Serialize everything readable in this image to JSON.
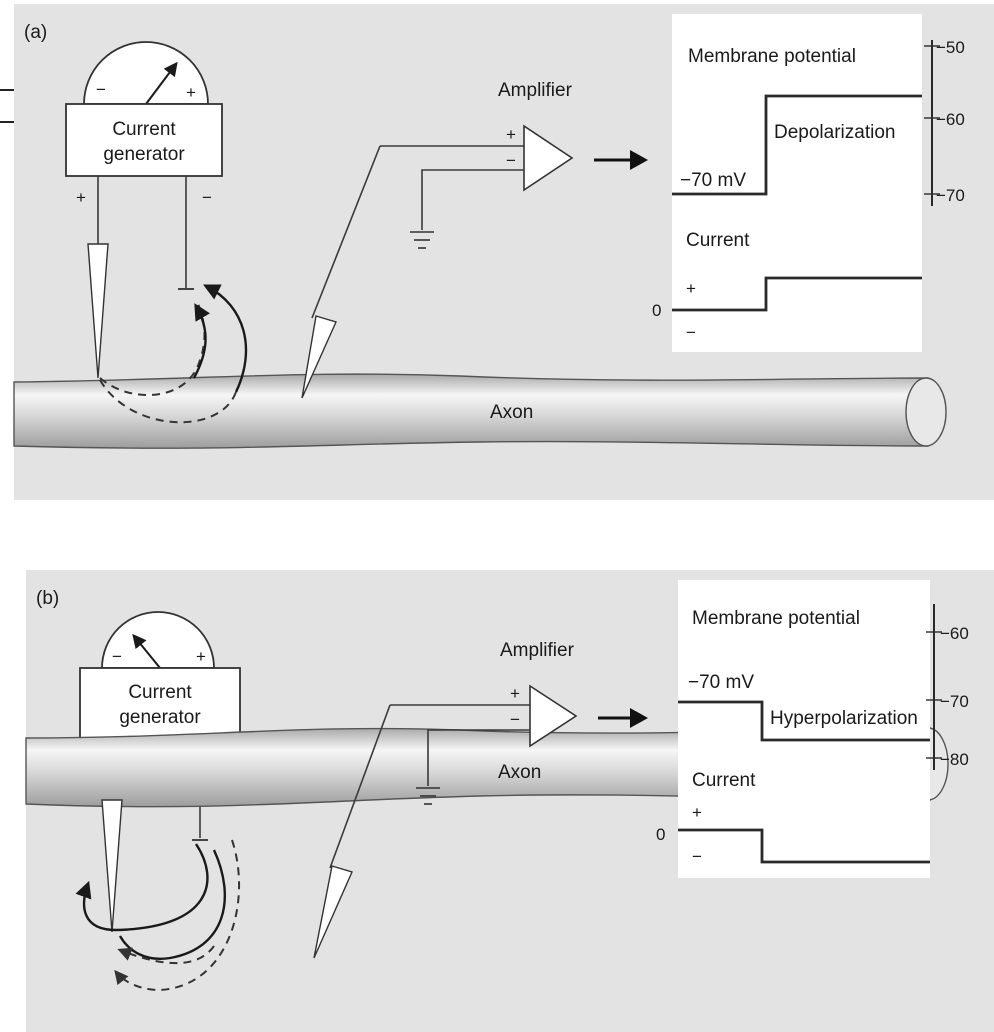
{
  "panels": [
    {
      "id": "a",
      "label": "(a)",
      "meter": {
        "minus": "−",
        "plus": "+"
      },
      "generator": {
        "line1": "Current",
        "line2": "generator"
      },
      "left_terminal": "+",
      "right_terminal": "−",
      "amplifier": {
        "title": "Amplifier",
        "in_plus": "+",
        "in_minus": "−"
      },
      "axon_label": "Axon",
      "plot": {
        "membrane_title": "Membrane potential",
        "resting_label": "−70 mV",
        "change_label": "Depolarization",
        "current_title": "Current",
        "current_zero": "0",
        "current_plus": "+",
        "current_minus": "−",
        "ticks": [
          "−50",
          "−60",
          "−70"
        ]
      }
    },
    {
      "id": "b",
      "label": "(b)",
      "meter": {
        "minus": "−",
        "plus": "+"
      },
      "generator": {
        "line1": "Current",
        "line2": "generator"
      },
      "left_terminal": "−",
      "right_terminal": "+",
      "amplifier": {
        "title": "Amplifier",
        "in_plus": "+",
        "in_minus": "−"
      },
      "axon_label": "Axon",
      "plot": {
        "membrane_title": "Membrane potential",
        "resting_label": "−70 mV",
        "change_label": "Hyperpolarization",
        "current_title": "Current",
        "current_zero": "0",
        "current_plus": "+",
        "current_minus": "−",
        "ticks": [
          "−60",
          "−70",
          "−80"
        ]
      }
    }
  ],
  "colors": {
    "panel_bg": "#e3e3e3",
    "plot_bg": "#ffffff",
    "axon_light": "#f4f4f4",
    "axon_dark": "#a9a9a9"
  }
}
